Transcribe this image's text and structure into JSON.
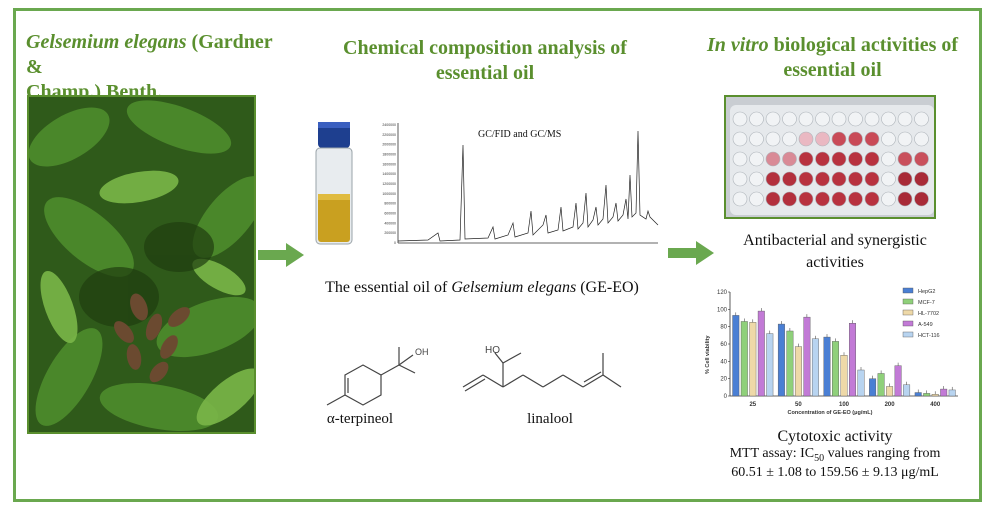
{
  "colors": {
    "frame": "#6aa84f",
    "heading": "#5a8f2e",
    "arrow": "#6aa84f"
  },
  "col1": {
    "title_italic": "Gelsemium elegans",
    "title_rest": " (Gardner &",
    "title_line2": "Champ.) Benth.",
    "image_icon": "plant-photo"
  },
  "col2": {
    "title_line1": "Chemical composition analysis of",
    "title_line2": "essential oil",
    "chrom_label": "GC/FID and GC/MS",
    "oil_caption_prefix": "The essential oil of ",
    "oil_caption_italic": "Gelsemium elegans",
    "oil_caption_suffix": " (GE-EO)",
    "compound1_oh": "OH",
    "compound1_name": "α-terpineol",
    "compound2_oh": "HO",
    "compound2_name": "linalool"
  },
  "col3": {
    "title_italic": "In vitro",
    "title_rest": " biological activities of",
    "title_line2": "essential oil",
    "antibacterial_line1": "Antibacterial  and synergistic",
    "antibacterial_line2": "activities",
    "cytotoxic_title": "Cytotoxic activity",
    "mtt_prefix": "MTT assay: IC",
    "mtt_sub": "50",
    "mtt_suffix": " values ranging from",
    "mtt_range": "60.51 ± 1.08  to 159.56 ± 9.13 μg/mL"
  },
  "chart_data": {
    "type": "bar",
    "categories": [
      "25",
      "50",
      "100",
      "200",
      "400"
    ],
    "xlabel": "Concentration of GE-EO (μg/mL)",
    "ylabel": "% Cell viability",
    "ylim": [
      0,
      120
    ],
    "yticks": [
      "0",
      "20",
      "40",
      "60",
      "80",
      "100",
      "120"
    ],
    "series": [
      {
        "name": "HepG2",
        "color": "#4a7fd4",
        "values": [
          93,
          83,
          68,
          20,
          4
        ]
      },
      {
        "name": "MCF-7",
        "color": "#8fd07a",
        "values": [
          86,
          75,
          63,
          26,
          3
        ]
      },
      {
        "name": "HL-7702",
        "color": "#eed9a8",
        "values": [
          85,
          57,
          47,
          11,
          2
        ]
      },
      {
        "name": "A-549",
        "color": "#c27ad6",
        "values": [
          98,
          91,
          84,
          35,
          8
        ]
      },
      {
        "name": "HCT-116",
        "color": "#b8d4f0",
        "values": [
          72,
          66,
          30,
          13,
          7
        ]
      }
    ]
  },
  "chromatogram_data": {
    "type": "line",
    "yticks": [
      "2400000",
      "2200000",
      "2000000",
      "1800000",
      "1600000",
      "1400000",
      "1200000",
      "1000000",
      "800000",
      "600000",
      "400000",
      "200000",
      "0"
    ]
  }
}
